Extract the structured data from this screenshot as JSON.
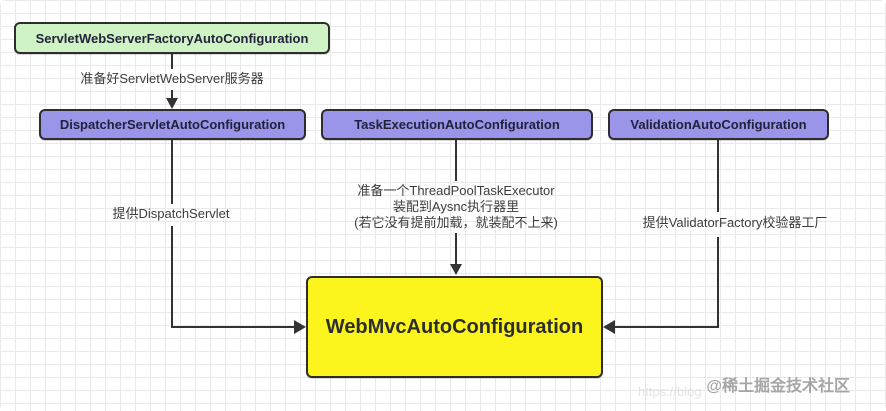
{
  "diagram": {
    "title": "Spring Boot WebMvc auto-configuration dependency diagram",
    "nodes": {
      "servlet_web_server_factory": {
        "label": "ServletWebServerFactoryAutoConfiguration",
        "fill": "#d0f3c5",
        "border": "#2d2d2d"
      },
      "dispatcher_servlet": {
        "label": "DispatcherServletAutoConfiguration",
        "fill": "#9b95e9",
        "border": "#2d2d2d"
      },
      "task_execution": {
        "label": "TaskExecutionAutoConfiguration",
        "fill": "#9b95e9",
        "border": "#2d2d2d"
      },
      "validation": {
        "label": "ValidationAutoConfiguration",
        "fill": "#9b95e9",
        "border": "#2d2d2d"
      },
      "web_mvc": {
        "label": "WebMvcAutoConfiguration",
        "fill": "#fbf51d",
        "border": "#2d2d2d"
      }
    },
    "edges": {
      "prepare_server": {
        "from": "servlet_web_server_factory",
        "to": "dispatcher_servlet",
        "label": "准备好ServletWebServer服务器"
      },
      "provide_dispatch_servlet": {
        "from": "dispatcher_servlet",
        "to": "web_mvc",
        "label": "提供DispatchServlet"
      },
      "task_executor": {
        "from": "task_execution",
        "to": "web_mvc",
        "lines": [
          "准备一个ThreadPoolTaskExecutor",
          "装配到Aysnc执行器里",
          "(若它没有提前加载，就装配不上来)"
        ]
      },
      "provide_validator": {
        "from": "validation",
        "to": "web_mvc",
        "label": "提供ValidatorFactory校验器工厂"
      }
    },
    "line_color": "#333333",
    "watermark": {
      "community": "@稀土掘金技术社区",
      "url_fragment": "https://blog"
    }
  }
}
